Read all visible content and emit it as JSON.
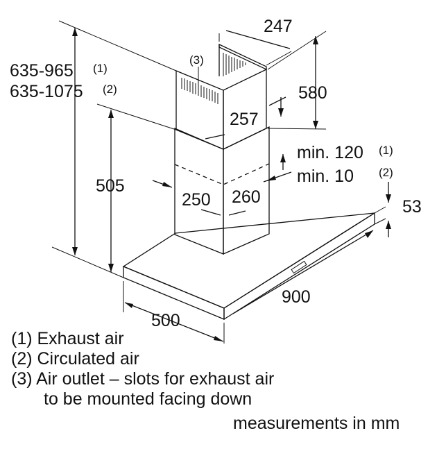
{
  "dimensions": {
    "total_height_exhaust": "635-965",
    "total_height_exhaust_ref": "(1)",
    "total_height_circulated": "635-1075",
    "total_height_circulated_ref": "(2)",
    "chimney_top_width": "247",
    "chimney_upper_height": "580",
    "chimney_upper_depth": "257",
    "lower_chimney_height": "505",
    "chimney_lower_width": "250",
    "chimney_lower_depth": "260",
    "min_exhaust": "min. 120",
    "min_exhaust_ref": "(1)",
    "min_circulated": "min. 10",
    "min_circulated_ref": "(2)",
    "canopy_thickness": "53",
    "canopy_width": "900",
    "canopy_depth": "500",
    "outlet_callout": "(3)"
  },
  "legend": [
    "(1) Exhaust air",
    "(2) Circulated air",
    "(3) Air outlet – slots for exhaust air",
    "to be mounted facing down"
  ],
  "units_note": "measurements in mm"
}
